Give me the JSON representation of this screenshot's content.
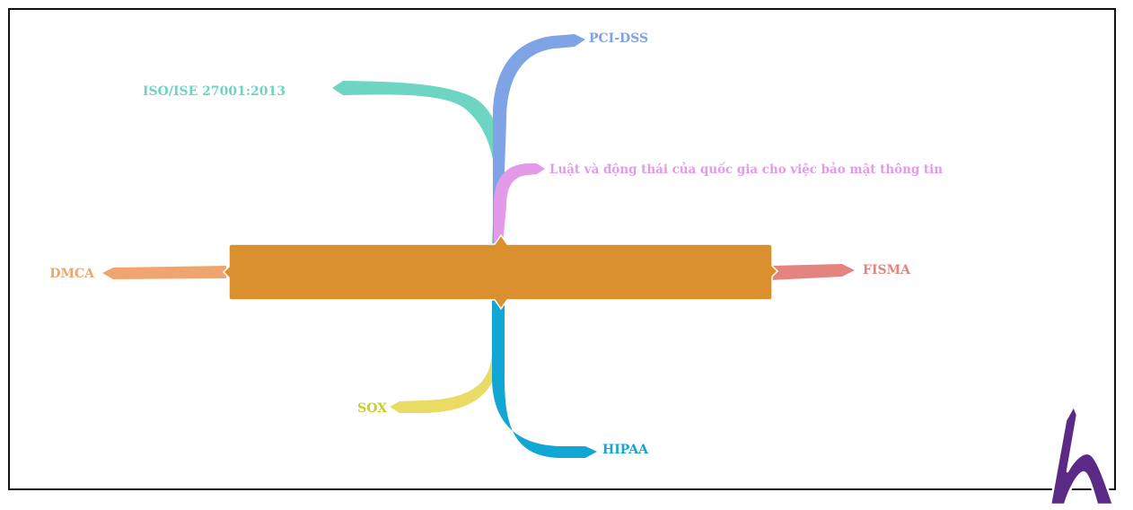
{
  "mindmap": {
    "central_topic": "",
    "branches": [
      {
        "id": "pci",
        "label": "PCI-DSS",
        "color": "#7fa4e6"
      },
      {
        "id": "iso",
        "label": "ISO/ISE 27001:2013",
        "color": "#6dd5c2"
      },
      {
        "id": "luat",
        "label": "Luật và động thái của quốc gia cho việc bảo mật thông tin",
        "color": "#e39ae9"
      },
      {
        "id": "dmca",
        "label": "DMCA",
        "color": "#f0a46e"
      },
      {
        "id": "fisma",
        "label": "FISMA",
        "color": "#e5837f"
      },
      {
        "id": "sox",
        "label": "SOX",
        "color": "#e9db63"
      },
      {
        "id": "hipaa",
        "label": "HIPAA",
        "color": "#11a6d4"
      }
    ],
    "central_color": "#da902f",
    "logo_color": "#5a2a86"
  }
}
